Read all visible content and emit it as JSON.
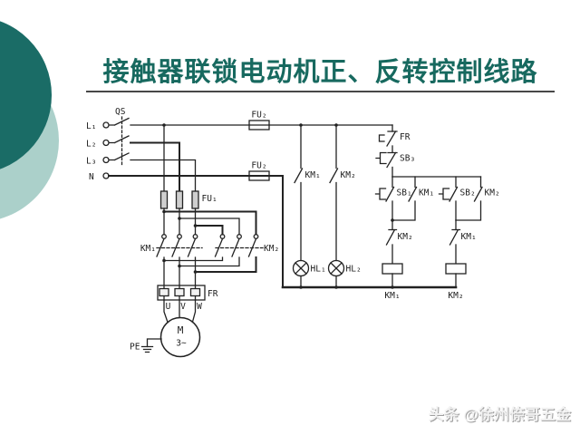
{
  "slide": {
    "title": "接触器联锁电动机正、反转控制线路",
    "watermark": "头条 @徐州倷哥五金",
    "colors": {
      "title": "#17695f",
      "underline": "#474747",
      "circle_dark": "#1a6c66",
      "circle_light": "#abd0ca",
      "schematic_line": "#222222",
      "background": "#ffffff"
    }
  },
  "diagram": {
    "labels": {
      "l1": "L₁",
      "l2": "L₂",
      "l3": "L₃",
      "n": "N",
      "qs": "QS",
      "fu2_top": "FU₂",
      "fu2_n": "FU₂",
      "fu1": "FU₁",
      "km1_main": "KM₁",
      "km2_main": "KM₂",
      "fr_block": "FR",
      "u": "U",
      "v": "V",
      "w": "W",
      "motor": "M",
      "motor_phase": "3~",
      "pe": "PE",
      "km1_lamp_contact": "KM₁",
      "km2_lamp_contact": "KM₂",
      "hl1": "HL₁",
      "hl2": "HL₂",
      "fr_contact": "FR",
      "sb3": "SB₃",
      "sb1": "SB₁",
      "km1_aux": "KM₁",
      "sb2": "SB₂",
      "km2_aux": "KM₂",
      "km2_interlock": "KM₂",
      "km1_interlock": "KM₁",
      "km1_coil": "KM₁",
      "km2_coil": "KM₂"
    }
  }
}
